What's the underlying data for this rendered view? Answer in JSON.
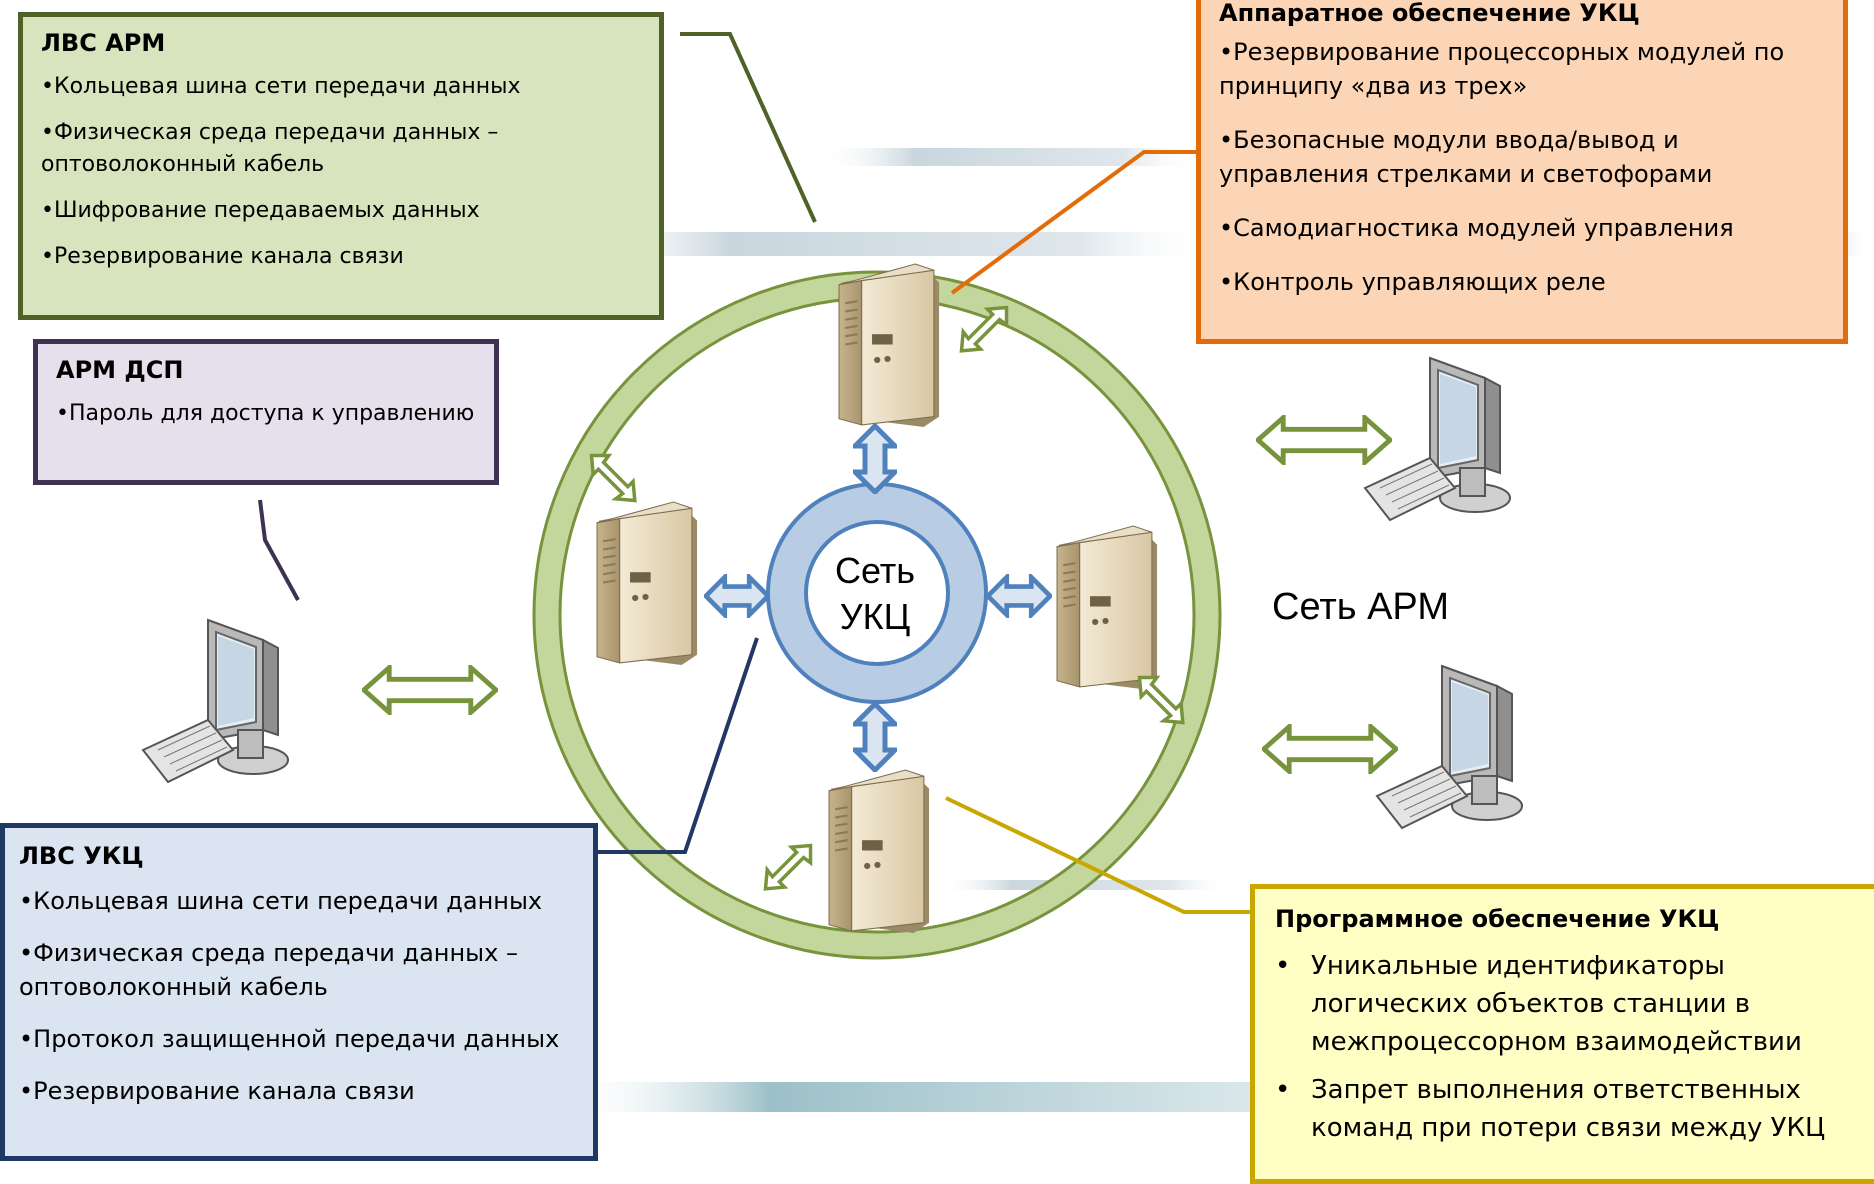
{
  "lvs_arm": {
    "title": "ЛВС АРМ",
    "items": [
      "•Кольцевая шина сети передачи данных",
      "•Физическая среда передачи данных – оптоволоконный кабель",
      "•Шифрование передаваемых данных",
      "•Резервирование канала связи"
    ]
  },
  "arm_dsp": {
    "title": "АРМ ДСП",
    "items": [
      "•Пароль для доступа к управлению"
    ]
  },
  "hardware": {
    "title": "Аппаратное обеспечение УКЦ",
    "items": [
      "•Резервирование процессорных модулей по принципу «два из трех»",
      "•Безопасные модули ввода/вывод и управления стрелками и светофорами",
      "•Самодиагностика модулей управления",
      "•Контроль управляющих реле"
    ]
  },
  "lvs_ukc": {
    "title": "ЛВС УКЦ",
    "items": [
      "•Кольцевая шина сети передачи данных",
      "•Физическая среда передачи данных – оптоволоконный кабель",
      "•Протокол защищенной передачи данных",
      "•Резервирование канала связи"
    ]
  },
  "software": {
    "title": "Программное обеспечение УКЦ",
    "bullet": "•",
    "items": [
      "Уникальные идентификаторы логических объектов станции в межпроцессорном взаимодействии",
      "Запрет выполнения ответственных команд при потери связи между УКЦ"
    ]
  },
  "labels": {
    "net_ukc_line1": "Сеть",
    "net_ukc_line2": "УКЦ",
    "net_arm": "Сеть АРМ"
  },
  "colors": {
    "green_dark": "#4f6228",
    "green_ring": "#7a9a3a",
    "green_fill": "#d7e4bd",
    "purple_dark": "#3f3151",
    "orange": "#e36c09",
    "navy": "#1f3864",
    "gold": "#c9a700",
    "blue_ring": "#4f81bd"
  }
}
